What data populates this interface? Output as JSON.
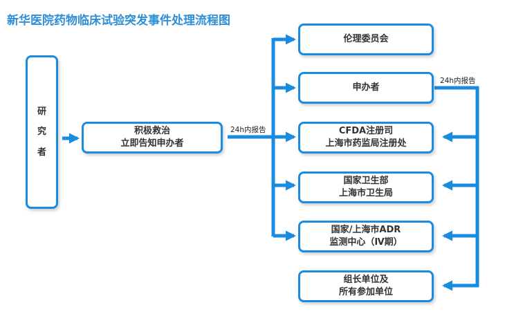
{
  "title": "新华医院药物临床试验突发事件处理流程图",
  "colors": {
    "accent": "#1a8ce0",
    "title": "#2f8fd6"
  },
  "researcher": {
    "chars": [
      "研",
      "究",
      "者"
    ]
  },
  "rescue": {
    "lines": [
      "积极救治",
      "立即告知申办者"
    ]
  },
  "report_label_left": "24h内报告",
  "report_label_right": "24h内报告",
  "targets": [
    {
      "lines": [
        "伦理委员会"
      ]
    },
    {
      "lines": [
        "申办者"
      ]
    },
    {
      "lines": [
        "CFDA注册司",
        "上海市药监局注册处"
      ]
    },
    {
      "lines": [
        "国家卫生部",
        "上海市卫生局"
      ]
    },
    {
      "lines": [
        "国家/上海市ADR",
        "监测中心（Ⅳ期）"
      ]
    },
    {
      "lines": [
        "组长单位及",
        "所有参加单位"
      ]
    }
  ]
}
